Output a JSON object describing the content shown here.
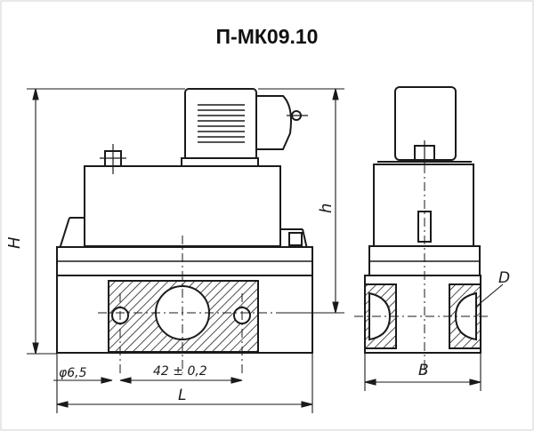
{
  "title": "П-МК09.10",
  "dimensions": {
    "H": "H",
    "h": "h",
    "L": "L",
    "B": "B",
    "D": "D",
    "hole_diameter": "φ6,5",
    "hole_spacing": "42 ± 0,2"
  }
}
